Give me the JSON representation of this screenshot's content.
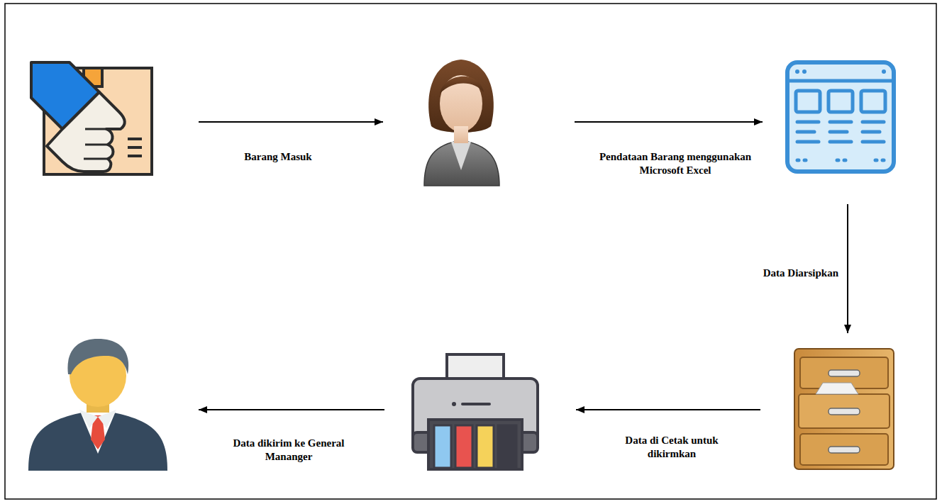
{
  "diagram": {
    "nodes": [
      {
        "text": []
      },
      {
        "text": []
      },
      {
        "text": []
      },
      {
        "text": []
      },
      {
        "text": []
      },
      {
        "text": []
      }
    ],
    "edges": [
      {
        "from": 0,
        "to": 1,
        "arrow": "to",
        "label": "Barang Masuk"
      },
      {
        "from": 1,
        "to": 2,
        "arrow": "to",
        "label": "Pendataan Barang menggunakan Microsoft Excel"
      },
      {
        "from": 2,
        "to": 3,
        "arrow": "to",
        "label": "Data Diarsipkan"
      },
      {
        "from": 3,
        "to": 4,
        "arrow": "to",
        "label": "Data di Cetak untuk dikirmkan"
      },
      {
        "from": 4,
        "to": 5,
        "arrow": "to",
        "label": "Data dikirim ke General Mananger"
      }
    ]
  }
}
